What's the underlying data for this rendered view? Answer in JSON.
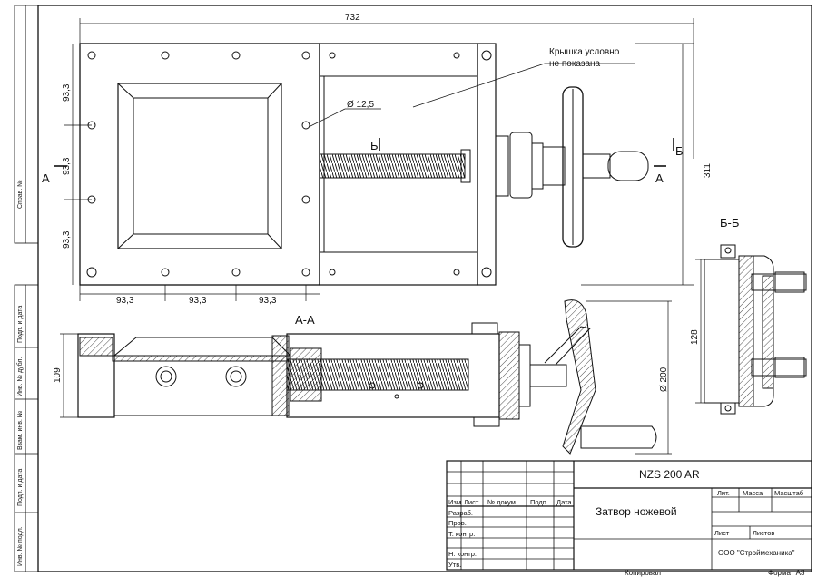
{
  "dimensions": {
    "overall_length": "732",
    "hole_pitch": "93,3",
    "hole_dia": "Ø 12,5",
    "height_311": "311",
    "width_109": "109",
    "handwheel_dia": "Ø 200",
    "section_bb_height": "128"
  },
  "notes": {
    "cover_note_line1": "Крышка условно",
    "cover_note_line2": "не показана"
  },
  "section_marks": {
    "A": "A",
    "B": "Б",
    "section_AA": "А-А",
    "section_BB": "Б-Б"
  },
  "side_stamp": {
    "sprav": "Справ. №",
    "podp_data_1": "Подп. и дата",
    "inv_dubl": "Инв. № дубл.",
    "vzam_inv": "Взам. инв. №",
    "podp_data_2": "Подп. и дата",
    "inv_podl": "Инв. № подл."
  },
  "title_block": {
    "designation": "NZS 200 AR",
    "name": "Затвор ножевой",
    "organization": "ООО \"Строймеханика\"",
    "col_izm": "Изм.",
    "col_list": "Лист",
    "col_doc": "№ докум.",
    "col_podp": "Подп.",
    "col_data": "Дата",
    "row_razrab": "Разраб.",
    "row_prov": "Пров.",
    "row_tkontr": "Т. контр.",
    "row_nkontr": "Н. контр.",
    "row_utv": "Утв.",
    "lit": "Лит.",
    "massa": "Масса",
    "masshtab": "Масштаб",
    "list": "Лист",
    "listov": "Листов"
  },
  "footer": {
    "kopiroval": "Копировал",
    "format": "Формат А3"
  }
}
